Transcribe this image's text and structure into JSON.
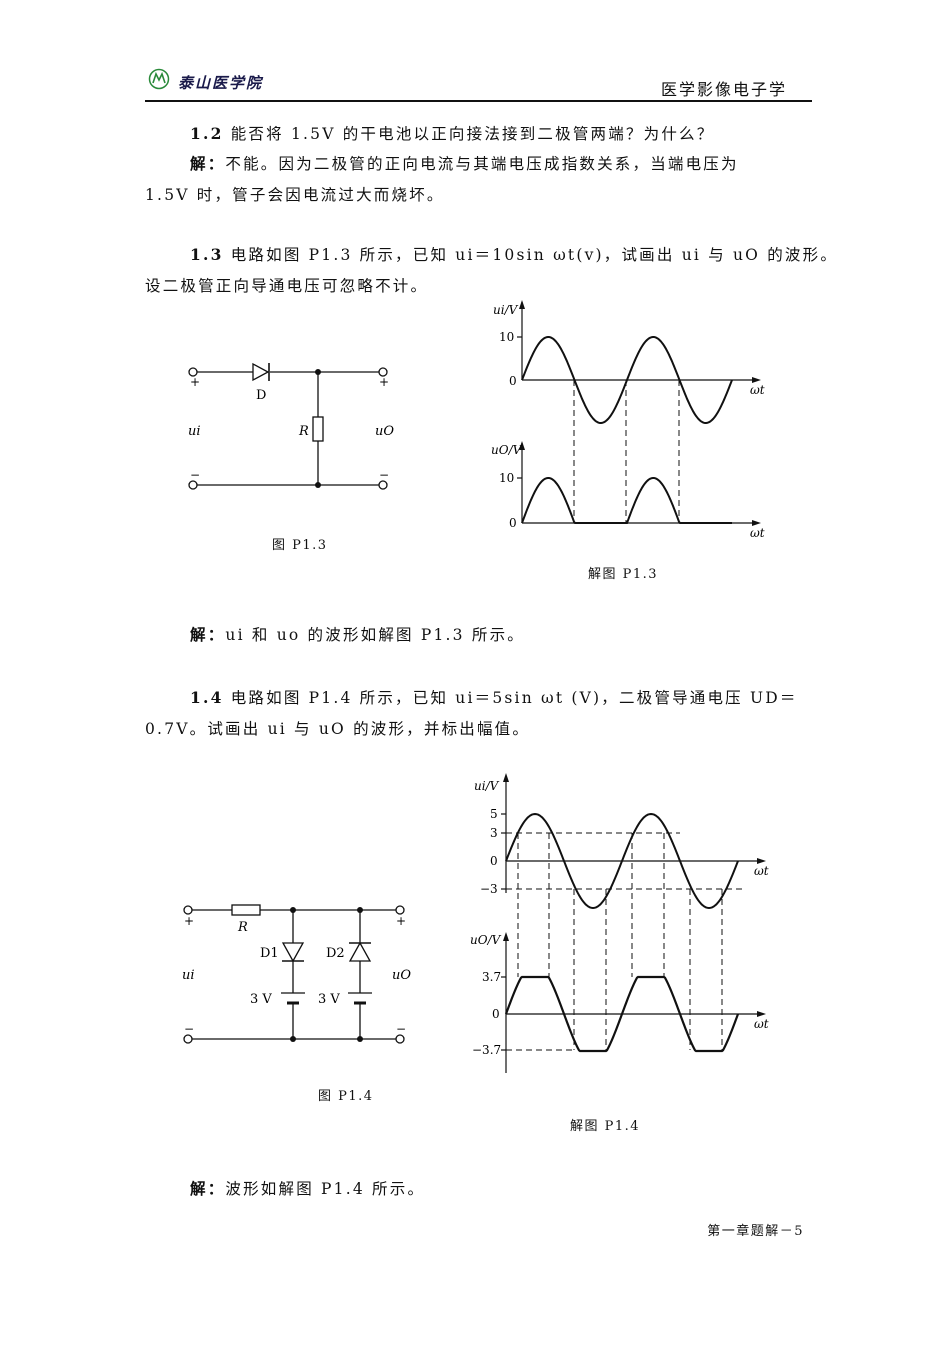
{
  "header": {
    "school": "泰山医学院",
    "course": "医学影像电子学"
  },
  "q12": {
    "line1_num": "1.2",
    "line1": "能否将 1.5V 的干电池以正向接法接到二极管两端？为什么？",
    "ans_label": "解：",
    "ans_line1": "不能。因为二极管的正向电流与其端电压成指数关系，当端电压为",
    "ans_line2": "1.5V 时，管子会因电流过大而烧坏。"
  },
  "q13": {
    "num": "1.3",
    "line1": "电路如图 P1.3 所示，已知 ui＝10sin ωt(v)，试画出 ui 与 uO 的波形。",
    "line2": "设二极管正向导通电压可忽略不计。",
    "fig_caption": "图 P1.3",
    "sol_caption": "解图 P1.3",
    "ans_label": "解：",
    "ans": "ui 和 uo 的波形如解图 P1.3 所示。",
    "circuit": {
      "diode": "D",
      "resistor": "R",
      "input": "ui",
      "output": "uO",
      "plus": "+",
      "minus": "−"
    },
    "plot_top": {
      "ylabel": "ui/V",
      "tick10": "10",
      "tick0": "0",
      "xlabel": "ωt"
    },
    "plot_bottom": {
      "ylabel": "uO/V",
      "tick10": "10",
      "tick0": "0",
      "xlabel": "ωt"
    }
  },
  "q14": {
    "num": "1.4",
    "line1": "电路如图 P1.4 所示，已知 ui＝5sin ωt (V)，二极管导通电压 UD＝",
    "line2": "0.7V。试画出 ui 与 uO 的波形，并标出幅值。",
    "fig_caption": "图 P1.4",
    "sol_caption": "解图 P1.4",
    "ans_label": "解：",
    "ans": "波形如解图 P1.4 所示。",
    "circuit": {
      "resistor": "R",
      "d1": "D1",
      "d2": "D2",
      "v1": "3 V",
      "v2": "3 V",
      "input": "ui",
      "output": "uO",
      "plus": "+",
      "minus": "−"
    },
    "plot_top": {
      "ylabel": "ui/V",
      "t5": "5",
      "t3": "3",
      "t0": "0",
      "tm3": "−3",
      "xlabel": "ωt"
    },
    "plot_bottom": {
      "ylabel": "uO/V",
      "t37": "3.7",
      "t0": "0",
      "tm37": "−3.7",
      "xlabel": "ωt"
    }
  },
  "footer": "第一章题解－5"
}
